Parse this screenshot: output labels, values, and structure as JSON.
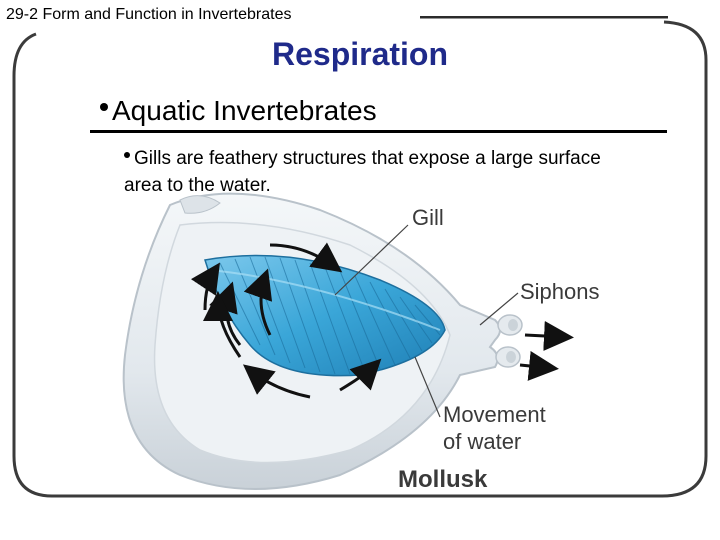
{
  "header": {
    "section": "29-2 Form and Function in Invertebrates"
  },
  "slide": {
    "title": "Respiration",
    "bullet_main": "Aquatic Invertebrates",
    "bullet_sub": "Gills are feathery structures that expose a large surface area to the water."
  },
  "figure": {
    "label_gill": "Gill",
    "label_siphons": "Siphons",
    "label_movement_line1": "Movement",
    "label_movement_line2": "of water",
    "caption": "Mollusk"
  },
  "colors": {
    "title": "#1f2a8a",
    "gill": "#3aa6d8",
    "arrows": "#111111",
    "frame_top_line": "#2b2b2b"
  }
}
